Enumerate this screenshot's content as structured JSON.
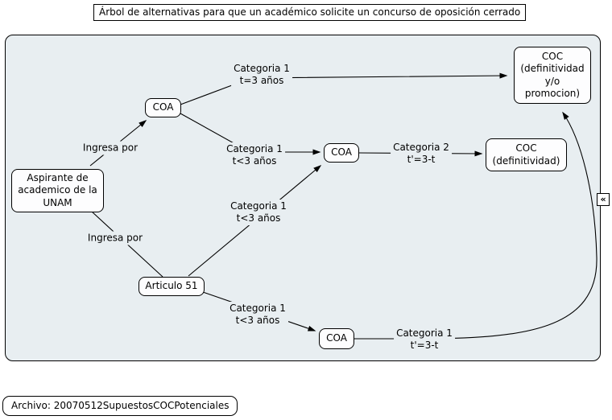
{
  "title": "Árbol de alternativas para que un académico solicite un concurso de oposición cerrado",
  "footer": "Archivo: 20070512SupuestosCOCPotenciales",
  "collapse_icon_glyph": "«",
  "colors": {
    "diagram_bg": "#e8eef1",
    "node_bg": "#fdfdfe",
    "line": "#000000"
  },
  "nodes": {
    "aspirante": "Aspirante de\nacademico de la\nUNAM",
    "coa_top": "COA",
    "articulo": "Articulo 51",
    "coa_mid": "COA",
    "coa_bottom": "COA",
    "coc_definitividad": "COC\n(definitividad)",
    "coc_promocion": "COC\n(definitividad\ny/o\npromocion)"
  },
  "edge_labels": {
    "ingresa_coa": "Ingresa por",
    "ingresa_articulo": "Ingresa por",
    "cat1_t3": "Categoria 1\nt=3 años",
    "cat1_lt3_coa_coa": "Categoria 1\nt<3 años",
    "cat1_lt3_articulo_coa": "Categoria 1\nt<3 años",
    "cat2_t3t": "Categoria 2\nt'=3-t",
    "cat1_lt3_articulo_coa3": "Categoria 1\nt<3 años",
    "cat1_t3t_curva": "Categoria 1\nt'=3-t"
  }
}
